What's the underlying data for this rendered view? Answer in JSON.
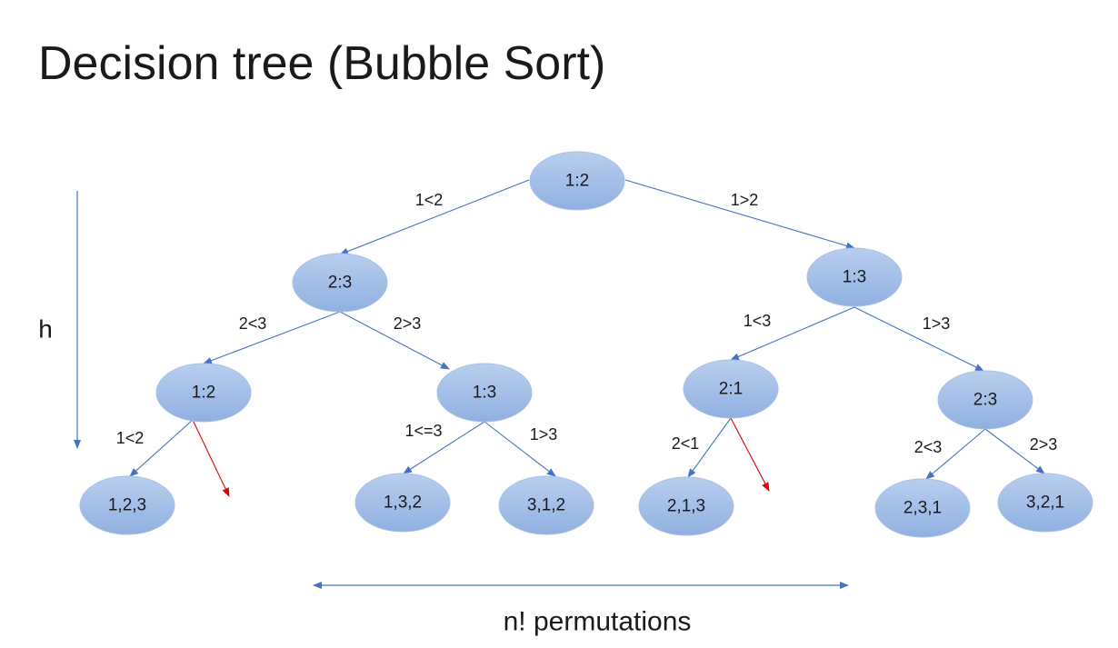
{
  "title": "Decision tree (Bubble Sort)",
  "colors": {
    "node_fill_top": "#b8cfee",
    "node_fill_bottom": "#8fb0e0",
    "node_stroke": "#a9c0e6",
    "edge": "#4472c4",
    "red_edge": "#e00000"
  },
  "tree": {
    "nodes": [
      {
        "id": "root",
        "label": "1:2"
      },
      {
        "id": "l",
        "label": "2:3"
      },
      {
        "id": "r",
        "label": "1:3"
      },
      {
        "id": "ll",
        "label": "1:2"
      },
      {
        "id": "lr",
        "label": "1:3"
      },
      {
        "id": "rl",
        "label": "2:1"
      },
      {
        "id": "rr",
        "label": "2:3"
      },
      {
        "id": "leaf1",
        "label": "1,2,3"
      },
      {
        "id": "leaf2",
        "label": "1,3,2"
      },
      {
        "id": "leaf3",
        "label": "3,1,2"
      },
      {
        "id": "leaf4",
        "label": "2,1,3"
      },
      {
        "id": "leaf5",
        "label": "2,3,1"
      },
      {
        "id": "leaf6",
        "label": "3,2,1"
      }
    ],
    "edges": [
      {
        "from": "root",
        "to": "l",
        "label": "1<2",
        "style": "blue"
      },
      {
        "from": "root",
        "to": "r",
        "label": "1>2",
        "style": "blue"
      },
      {
        "from": "l",
        "to": "ll",
        "label": "2<3",
        "style": "blue"
      },
      {
        "from": "l",
        "to": "lr",
        "label": "2>3",
        "style": "blue"
      },
      {
        "from": "r",
        "to": "rl",
        "label": "1<3",
        "style": "blue"
      },
      {
        "from": "r",
        "to": "rr",
        "label": "1>3",
        "style": "blue"
      },
      {
        "from": "ll",
        "to": "leaf1",
        "label": "1<2",
        "style": "blue"
      },
      {
        "from": "ll",
        "to": "ll-dead",
        "label": "",
        "style": "red"
      },
      {
        "from": "lr",
        "to": "leaf2",
        "label": "1<=3",
        "style": "blue"
      },
      {
        "from": "lr",
        "to": "leaf3",
        "label": "1>3",
        "style": "blue"
      },
      {
        "from": "rl",
        "to": "leaf4",
        "label": "2<1",
        "style": "blue"
      },
      {
        "from": "rl",
        "to": "rl-dead",
        "label": "",
        "style": "red"
      },
      {
        "from": "rr",
        "to": "leaf5",
        "label": "2<3",
        "style": "blue"
      },
      {
        "from": "rr",
        "to": "leaf6",
        "label": "2>3",
        "style": "blue"
      }
    ]
  },
  "height_label": "h",
  "permutations_label": "n! permutations"
}
